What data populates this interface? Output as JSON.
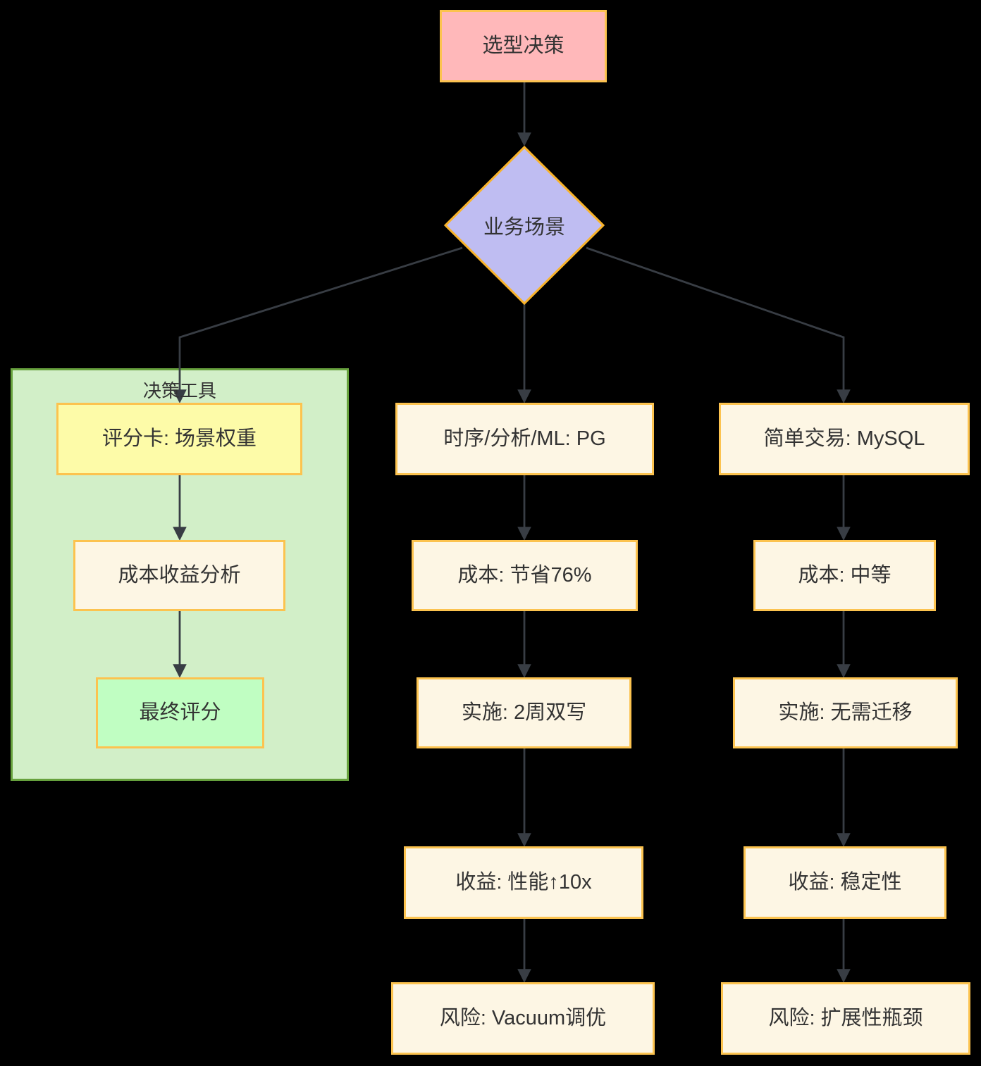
{
  "diagram": {
    "title_node": {
      "label": "选型决策"
    },
    "decision_node": {
      "label": "业务场景"
    },
    "tools": {
      "title": "决策工具",
      "steps": [
        "评分卡: 场景权重",
        "成本收益分析",
        "最终评分"
      ]
    },
    "pg_branch": {
      "steps": [
        "时序/分析/ML: PG",
        "成本: 节省76%",
        "实施: 2周双写",
        "收益: 性能↑10x",
        "风险: Vacuum调优"
      ]
    },
    "mysql_branch": {
      "steps": [
        "简单交易: MySQL",
        "成本: 中等",
        "实施: 无需迁移",
        "收益: 稳定性",
        "风险: 扩展性瓶颈"
      ]
    },
    "colors": {
      "background": "#000000",
      "edge": "#383d44",
      "text": "#333333",
      "node_border": "#fcc34f",
      "root_fill": "#ffb8ba",
      "decision_fill": "#bfbdf2",
      "decision_border": "#f9b32a",
      "container_fill": "#d2efc8",
      "container_border": "#68a23e",
      "scorecard_fill": "#fdfba8",
      "step_fill": "#fdf6e4",
      "final_score_fill": "#c0fec2"
    }
  }
}
